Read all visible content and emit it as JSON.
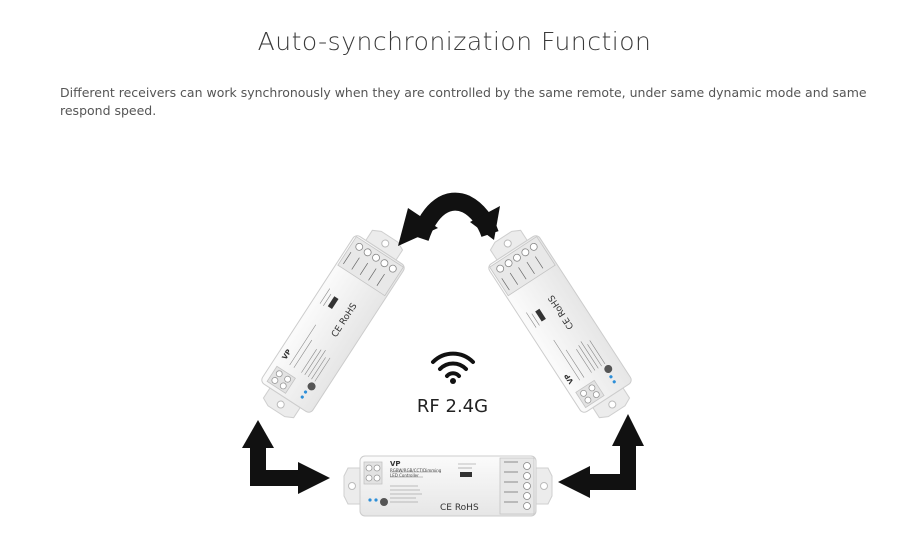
{
  "header": {
    "title": "Auto-synchronization Function",
    "description": "Different receivers can work synchronously when they are controlled by the same remote, under same dynamic mode and same respond speed."
  },
  "center": {
    "wifi_icon": "wifi-icon",
    "label": "RF 2.4G"
  },
  "device": {
    "model": "VP",
    "subtitle": "RGBW/RGB/CCT/Dimming",
    "subtitle2": "LED Controller",
    "cert": "CE RoHS"
  },
  "colors": {
    "background": "#ffffff",
    "arrow": "#111111",
    "device_body": "#f4f4f4",
    "led": "#2e8fd8"
  }
}
